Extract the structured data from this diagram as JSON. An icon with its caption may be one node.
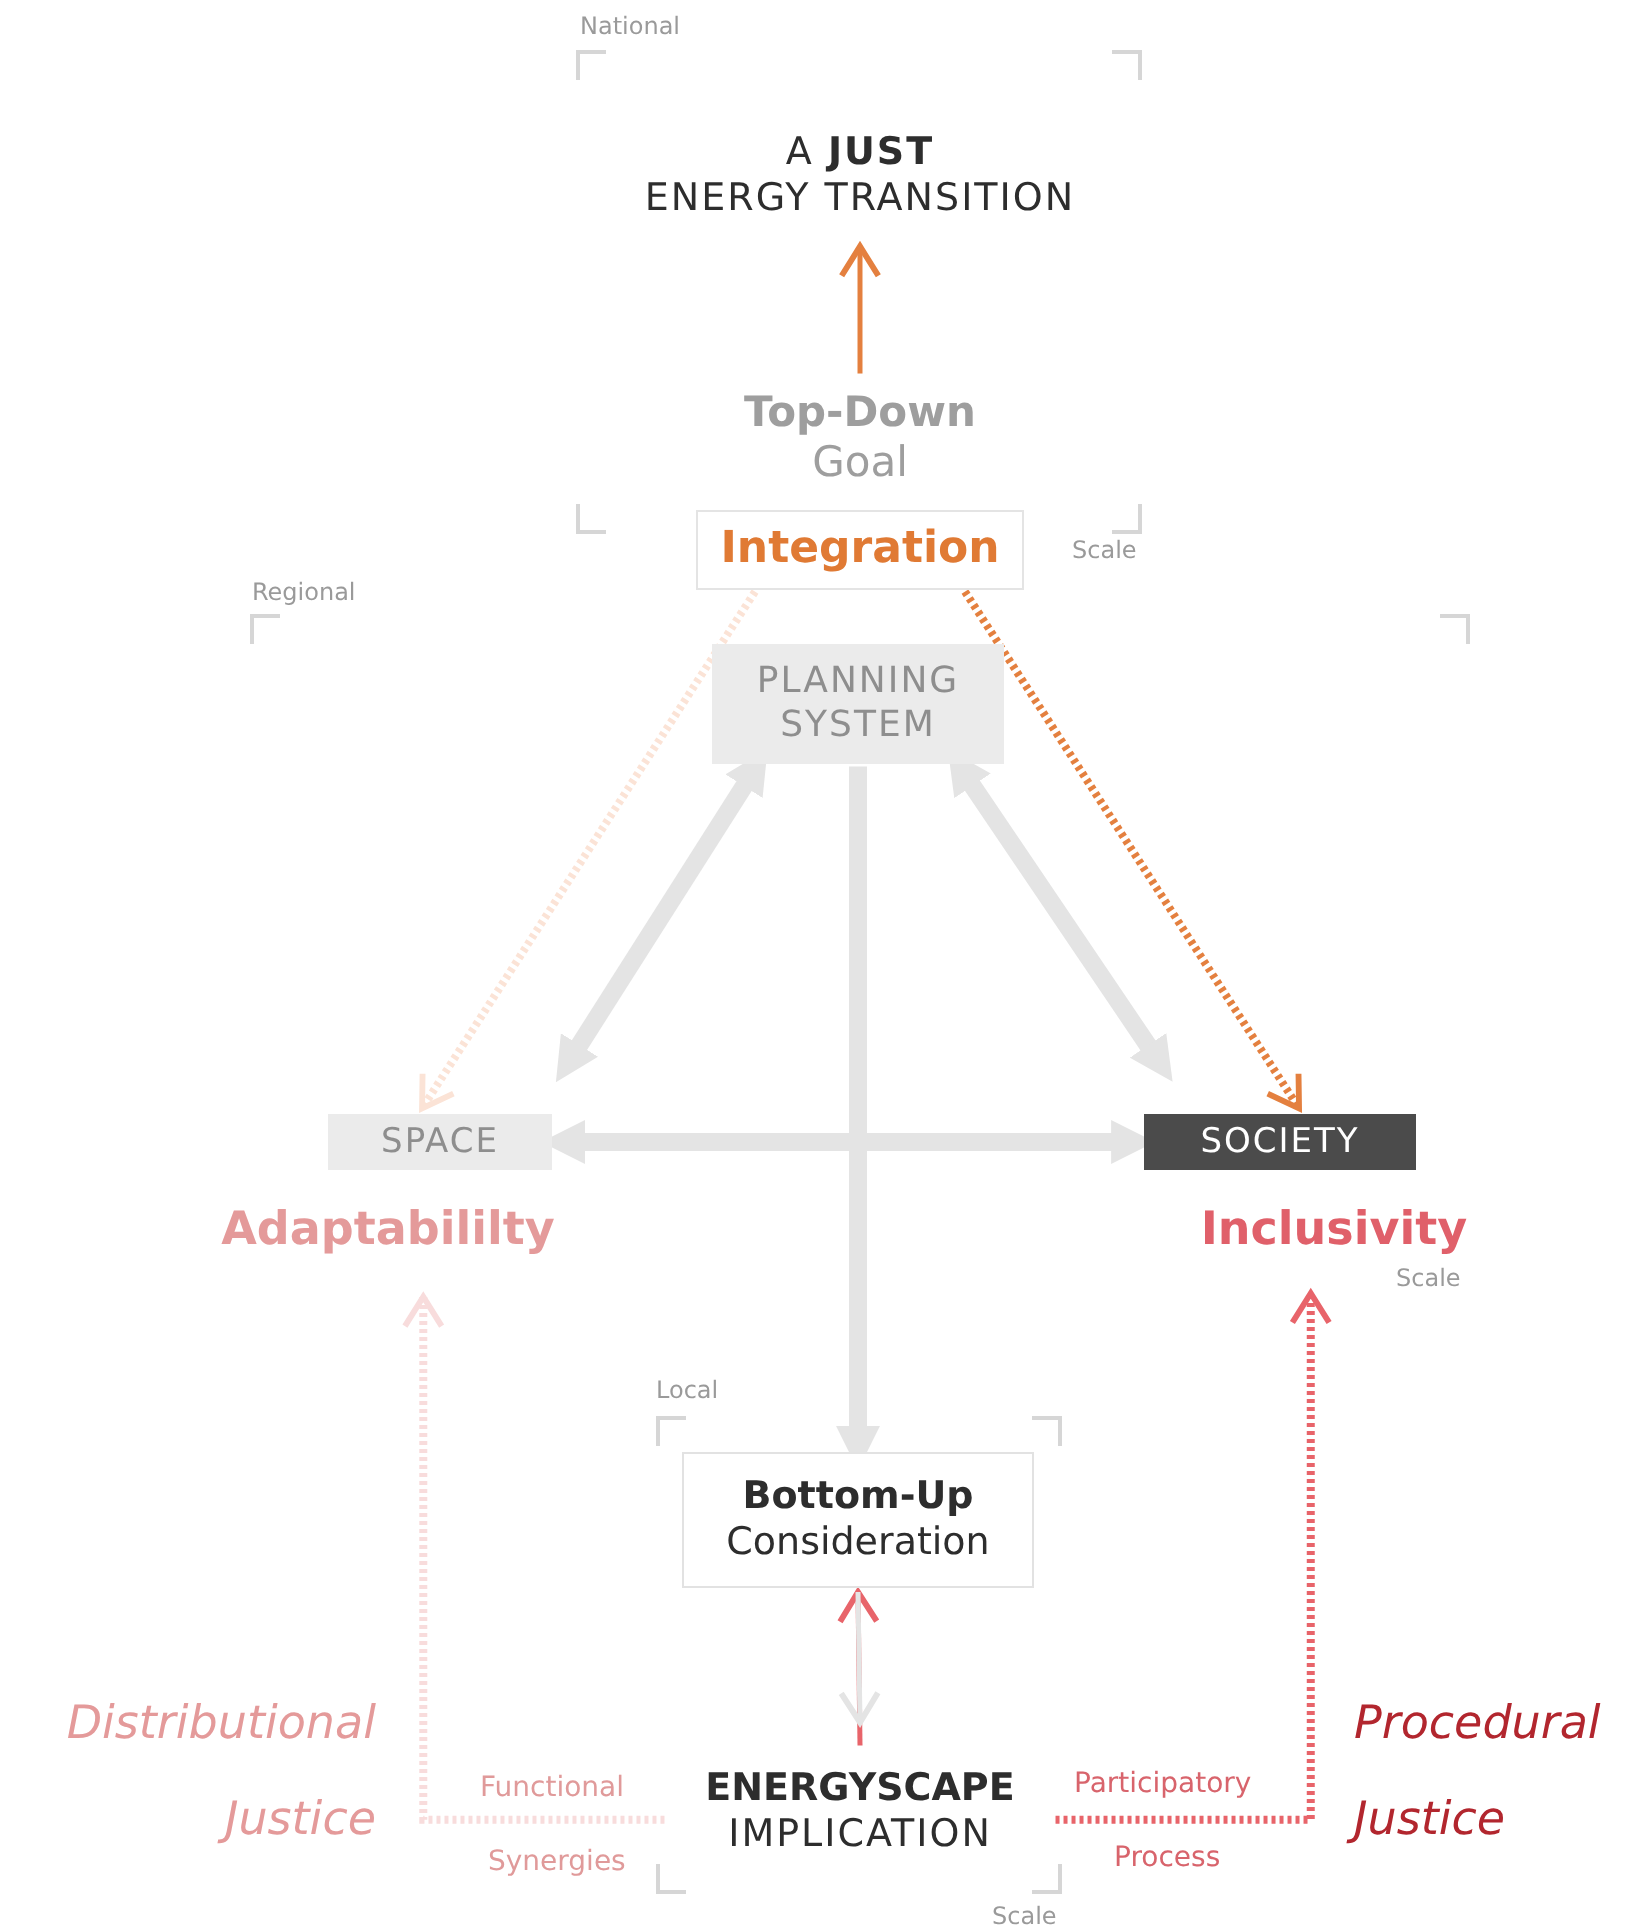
{
  "diagram": {
    "nodes": [
      {
        "text": [
          "A **JUST**",
          "ENERGY TRANSITION"
        ]
      },
      {
        "text": [
          "Top-Down",
          "Goal"
        ]
      },
      {
        "text": [
          "Integration"
        ]
      },
      {
        "text": [
          "PLANNING SYSTEM"
        ]
      },
      {
        "text": [
          "SPACE"
        ]
      },
      {
        "text": [
          "Adaptabililty"
        ]
      },
      {
        "text": [
          "SOCIETY"
        ]
      },
      {
        "text": [
          "Inclusivity"
        ]
      },
      {
        "text": [
          "Bottom-Up",
          "Consideration"
        ]
      },
      {
        "text": [
          "ENERGYSCAPE",
          "IMPLICATION"
        ]
      }
    ],
    "edges": [
      {
        "from": 1,
        "to": 0,
        "arrow": "to",
        "color": "#e4803f"
      },
      {
        "from": 3,
        "to": 8,
        "arrow": "to",
        "style": "thick"
      },
      {
        "from": 2,
        "to": 4,
        "arrow": "to",
        "style": "dashed",
        "color": "#fbe3d6"
      },
      {
        "from": 2,
        "to": 6,
        "arrow": "to",
        "style": "dashed",
        "color": "#e4803f"
      },
      {
        "from": 3,
        "to": 4,
        "arrow": "both",
        "style": "thick"
      },
      {
        "from": 3,
        "to": 6,
        "arrow": "both",
        "style": "thick"
      },
      {
        "from": 4,
        "to": 6,
        "arrow": "both",
        "style": "thick"
      },
      {
        "from": 9,
        "to": 8,
        "arrow": "to",
        "color": "#e8646a"
      },
      {
        "from": 8,
        "to": 9,
        "arrow": "to"
      },
      {
        "from": 9,
        "to": 5,
        "arrow": "to",
        "style": "dashed",
        "color": "#f8dcdc"
      },
      {
        "from": 9,
        "to": 7,
        "arrow": "to",
        "style": "dashed",
        "color": "#e8646a"
      }
    ],
    "labels": [
      "National",
      "Scale",
      "Regional",
      "Scale",
      "Local",
      "Distributional Justice",
      "Procedural Justice",
      "Functional",
      "Participatory",
      "Synergies",
      "Process",
      "Scale"
    ]
  }
}
